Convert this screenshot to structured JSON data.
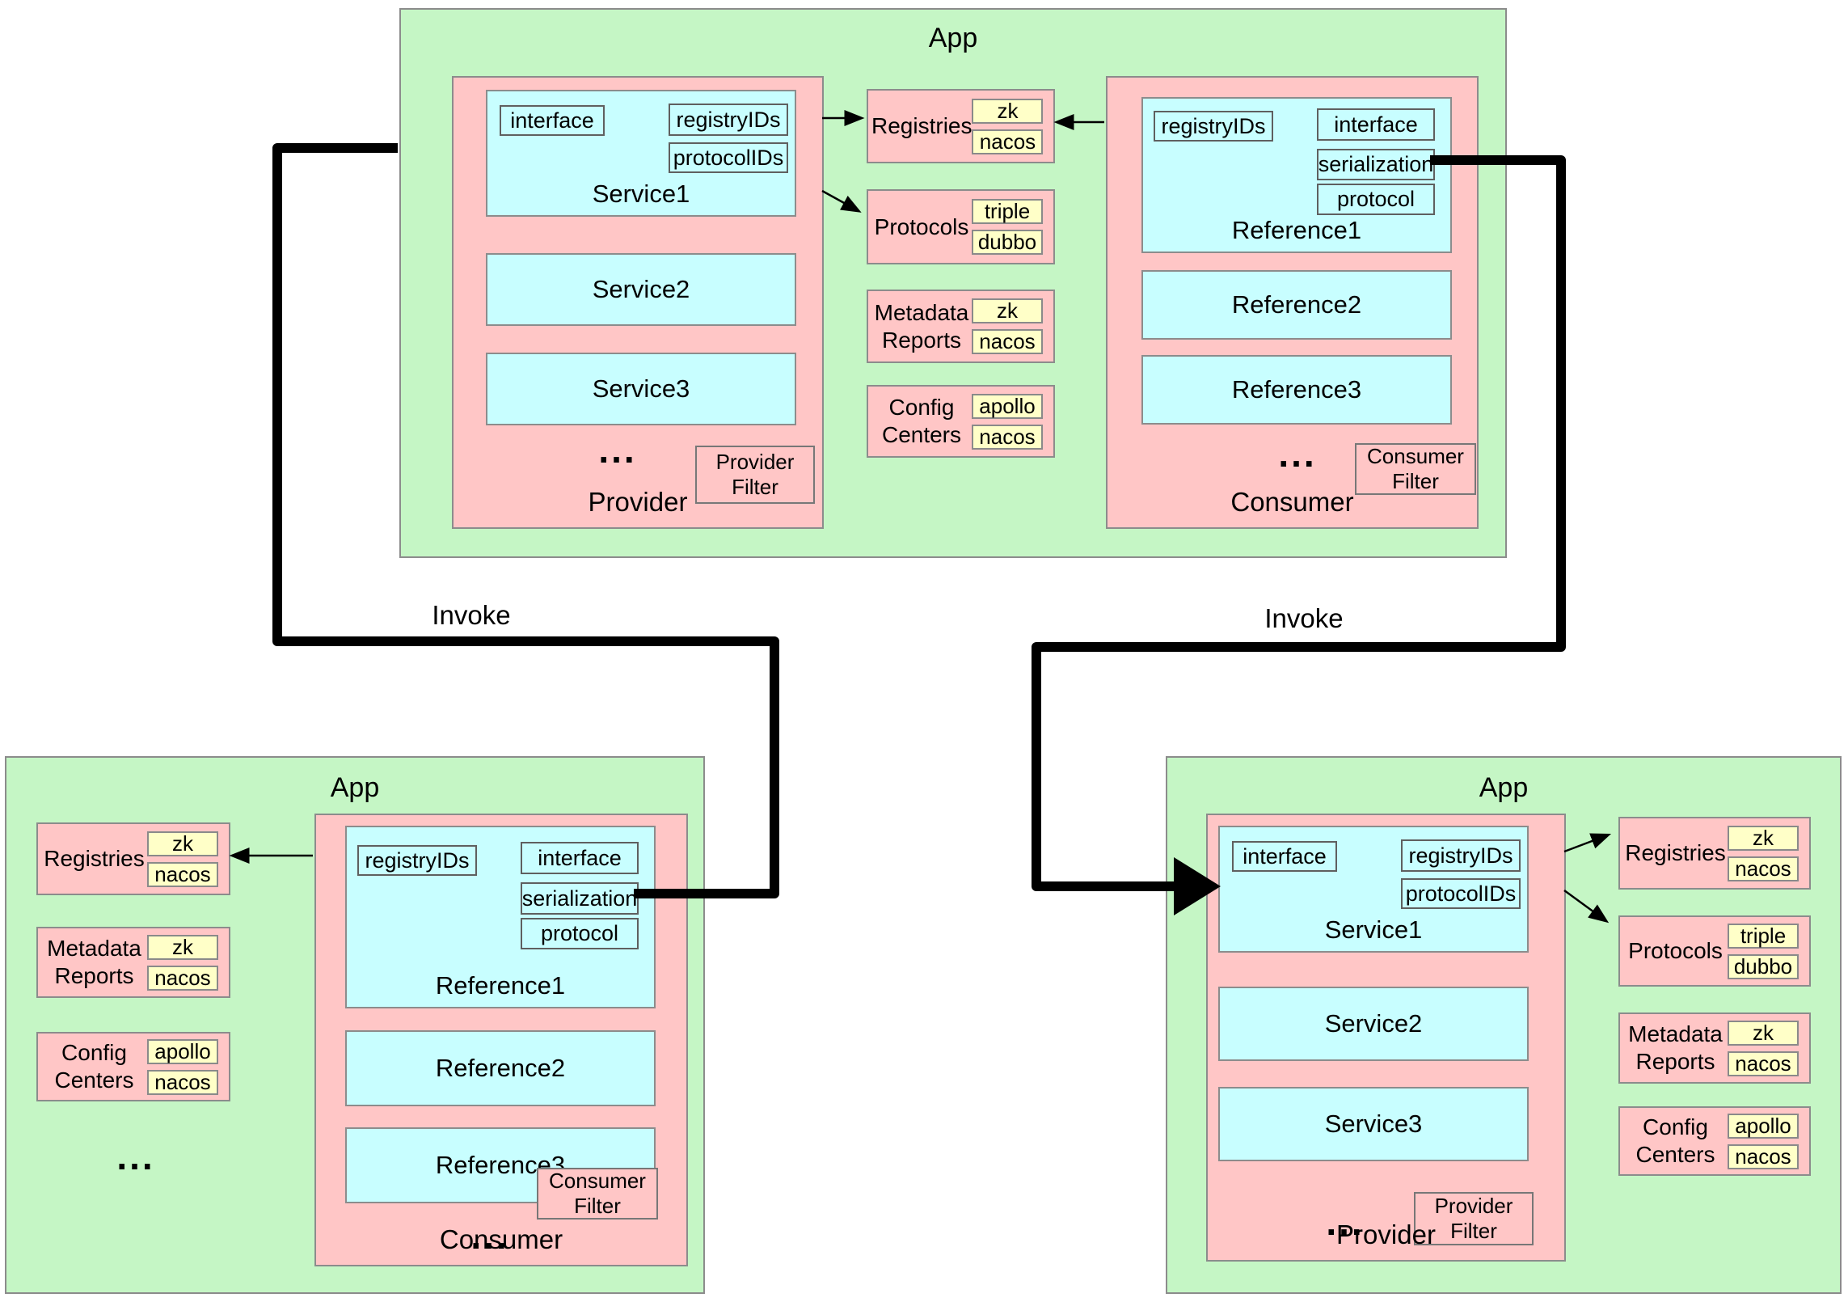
{
  "colors": {
    "app_background_green": "#c5f6c5",
    "container_pink": "#ffc6c6",
    "unit_cyan": "#c8feff",
    "chip_yellow": "#ffffc8",
    "border_gray": "#8c8c8c",
    "line_black": "#000000"
  },
  "connections": {
    "invoke_left": "Invoke",
    "invoke_right": "Invoke"
  },
  "apps": {
    "top": {
      "title": "App",
      "provider": {
        "label": "Provider",
        "ellipsis": "...",
        "filter": "Provider Filter",
        "services": [
          {
            "name": "Service1",
            "fields_left": [
              "interface"
            ],
            "fields_right": [
              "registryIDs",
              "protocolIDs"
            ]
          },
          {
            "name": "Service2"
          },
          {
            "name": "Service3"
          }
        ]
      },
      "infra": {
        "registries": {
          "label": "Registries",
          "chips": [
            "zk",
            "nacos"
          ]
        },
        "protocols": {
          "label": "Protocols",
          "chips": [
            "triple",
            "dubbo"
          ]
        },
        "metadata_reports": {
          "label": "Metadata Reports",
          "chips": [
            "zk",
            "nacos"
          ]
        },
        "config_centers": {
          "label": "Config Centers",
          "chips": [
            "apollo",
            "nacos"
          ]
        }
      },
      "consumer": {
        "label": "Consumer",
        "ellipsis": "...",
        "filter": "Consumer Filter",
        "references": [
          {
            "name": "Reference1",
            "fields_left": [
              "registryIDs"
            ],
            "fields_right": [
              "interface",
              "serialization",
              "protocol"
            ]
          },
          {
            "name": "Reference2"
          },
          {
            "name": "Reference3"
          }
        ]
      }
    },
    "bottom_left": {
      "title": "App",
      "infra": {
        "registries": {
          "label": "Registries",
          "chips": [
            "zk",
            "nacos"
          ]
        },
        "metadata_reports": {
          "label": "Metadata Reports",
          "chips": [
            "zk",
            "nacos"
          ]
        },
        "config_centers": {
          "label": "Config Centers",
          "chips": [
            "apollo",
            "nacos"
          ]
        },
        "ellipsis": "..."
      },
      "consumer": {
        "label": "Consumer",
        "ellipsis": "...",
        "filter": "Consumer Filter",
        "references": [
          {
            "name": "Reference1",
            "fields_left": [
              "registryIDs"
            ],
            "fields_right": [
              "interface",
              "serialization",
              "protocol"
            ]
          },
          {
            "name": "Reference2"
          },
          {
            "name": "Reference3"
          }
        ]
      }
    },
    "bottom_right": {
      "title": "App",
      "provider": {
        "label": "Provider",
        "ellipsis": "...",
        "filter": "Provider Filter",
        "services": [
          {
            "name": "Service1",
            "fields_left": [
              "interface"
            ],
            "fields_right": [
              "registryIDs",
              "protocolIDs"
            ]
          },
          {
            "name": "Service2"
          },
          {
            "name": "Service3"
          }
        ]
      },
      "infra": {
        "registries": {
          "label": "Registries",
          "chips": [
            "zk",
            "nacos"
          ]
        },
        "protocols": {
          "label": "Protocols",
          "chips": [
            "triple",
            "dubbo"
          ]
        },
        "metadata_reports": {
          "label": "Metadata Reports",
          "chips": [
            "zk",
            "nacos"
          ]
        },
        "config_centers": {
          "label": "Config Centers",
          "chips": [
            "apollo",
            "nacos"
          ]
        }
      }
    }
  }
}
